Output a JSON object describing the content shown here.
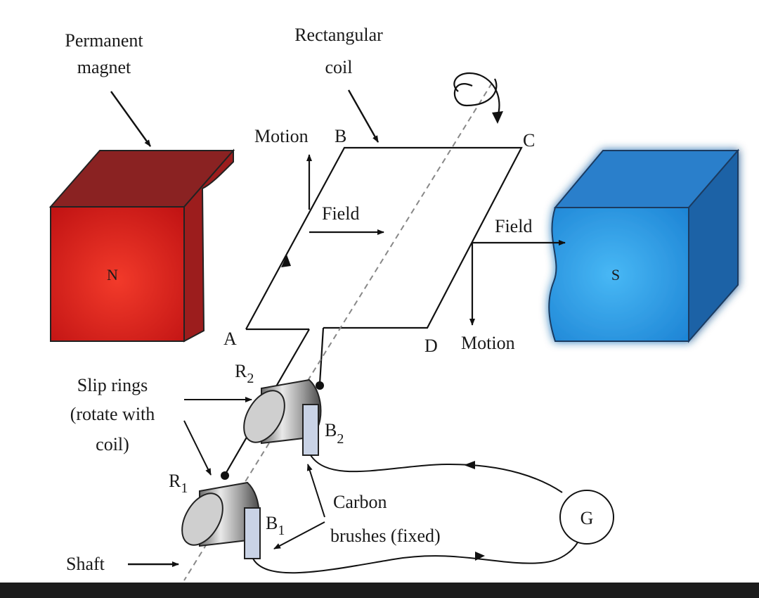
{
  "labels": {
    "permanent_magnet_line1": "Permanent",
    "permanent_magnet_line2": "magnet",
    "rect_coil_line1": "Rectangular",
    "rect_coil_line2": "coil",
    "motion_top": "Motion",
    "point_b": "B",
    "point_c": "C",
    "point_a": "A",
    "point_d": "D",
    "field_left": "Field",
    "field_right": "Field",
    "motion_bottom": "Motion",
    "pole_n": "N",
    "pole_s": "S",
    "slip_rings_line1": "Slip rings",
    "slip_rings_line2": "(rotate with",
    "slip_rings_line3": "coil)",
    "r2": "R",
    "r2_sub": "2",
    "r1": "R",
    "r1_sub": "1",
    "b2": "B",
    "b2_sub": "2",
    "b1": "B",
    "b1_sub": "1",
    "carbon_line1": "Carbon",
    "carbon_line2": "brushes (fixed)",
    "galvanometer": "G",
    "shaft": "Shaft"
  },
  "colors": {
    "north_front": "#e02020",
    "north_top": "#8a2020",
    "north_side": "#9a1c1c",
    "south_front": "#2a9ee8",
    "south_top": "#2a7cc8",
    "south_side": "#1d63a8",
    "brush_fill": "#c9d3e6",
    "line": "#111111"
  }
}
